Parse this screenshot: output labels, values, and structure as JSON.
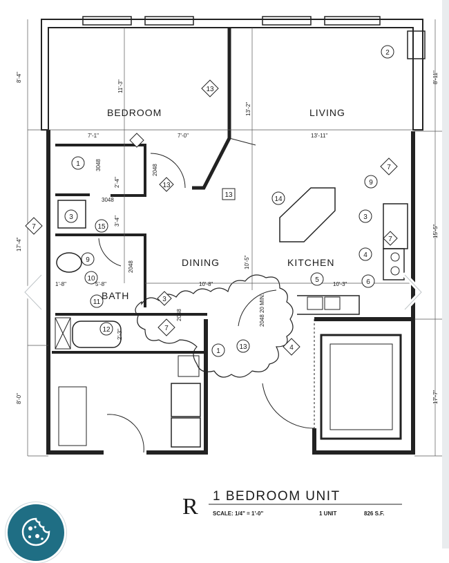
{
  "plan": {
    "rooms": {
      "bedroom": "BEDROOM",
      "living": "LIVING",
      "dining": "DINING",
      "kitchen": "KITCHEN",
      "bath": "BATH"
    },
    "dimensions": {
      "top_left": "8'-4\"",
      "top_right": "8'-11\"",
      "mid_left": "17'-4\"",
      "mid_right": "15'-5\"",
      "bottom_left": "8'-0\"",
      "bottom_right": "17'-7\"",
      "bedroom_height": "11'-3\"",
      "bedroom_width_a": "7'-1\"",
      "bedroom_width_b": "7'-0\"",
      "living_width": "13'-11\"",
      "living_height": "13'-2\"",
      "dining_width": "10'-8\"",
      "dining_height": "10'-5\"",
      "kitchen_width": "10'-3\"",
      "closet_w": "2'-4\"",
      "closet_h": "3'-4\"",
      "bath_a": "5'-8\"",
      "bath_b": "1'-8\"",
      "bath_c": "2'-3\"",
      "door_3048": "3048",
      "door_2048_a": "2048",
      "door_2048_b": "2048",
      "door_2048_c": "2048",
      "door_3048_b": "3048",
      "door_2048_fire": "2048 20 MIN."
    },
    "circle_tags": [
      "1",
      "2",
      "3",
      "3",
      "4",
      "5",
      "6",
      "9",
      "9",
      "10",
      "11",
      "12",
      "13",
      "14",
      "15",
      "1"
    ],
    "diamond_tags": [
      "13",
      "13",
      "13",
      "3",
      "7",
      "7",
      "7",
      "7",
      "4"
    ],
    "title": {
      "mark": "R",
      "unit_name": "1 BEDROOM UNIT",
      "scale": "SCALE: 1/4\" = 1'-0\"",
      "count": "1 UNIT",
      "area": "826 S.F."
    }
  },
  "nav": {
    "prev_icon": "chevron-left-icon",
    "next_icon": "chevron-right-icon"
  },
  "cookie": {
    "icon": "cookie-icon",
    "color": "#1f6e84"
  }
}
